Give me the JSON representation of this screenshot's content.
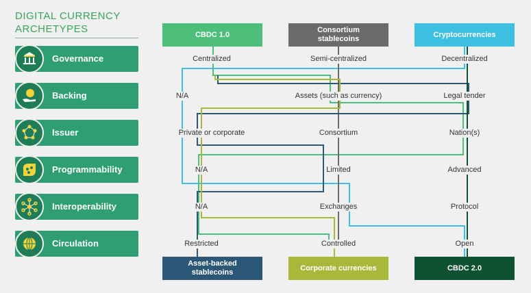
{
  "title_line1": "DIGITAL CURRENCY",
  "title_line2": "ARCHETYPES",
  "dimensions": [
    {
      "label": "Governance",
      "icon": "government-building-icon"
    },
    {
      "label": "Backing",
      "icon": "hand-holding-globe-icon"
    },
    {
      "label": "Issuer",
      "icon": "network-nodes-icon"
    },
    {
      "label": "Programmability",
      "icon": "circuit-chip-icon"
    },
    {
      "label": "Interoperability",
      "icon": "connected-hub-icon"
    },
    {
      "label": "Circulation",
      "icon": "globe-icon"
    }
  ],
  "top_boxes": [
    {
      "label": "CBDC 1.0",
      "color": "#4dbf7a"
    },
    {
      "label": "Consortium stablecoins",
      "color": "#6b6b6b"
    },
    {
      "label": "Cryptocurrencies",
      "color": "#3cbfe0"
    }
  ],
  "bottom_boxes": [
    {
      "label": "Asset-backed stablecoins",
      "color": "#2c5777"
    },
    {
      "label": "Corporate currencies",
      "color": "#a8b83a"
    },
    {
      "label": "CBDC 2.0",
      "color": "#0f5232"
    }
  ],
  "rows": [
    [
      "Centralized",
      "Semi-centralized",
      "Decentralized"
    ],
    [
      "N/A",
      "Assets (such as currency)",
      "Legal tender"
    ],
    [
      "Private or corporate",
      "Consortium",
      "Nation(s)"
    ],
    [
      "N/A",
      "Limited",
      "Advanced"
    ],
    [
      "N/A",
      "Exchanges",
      "Protocol"
    ],
    [
      "Restricted",
      "Controlled",
      "Open"
    ]
  ]
}
